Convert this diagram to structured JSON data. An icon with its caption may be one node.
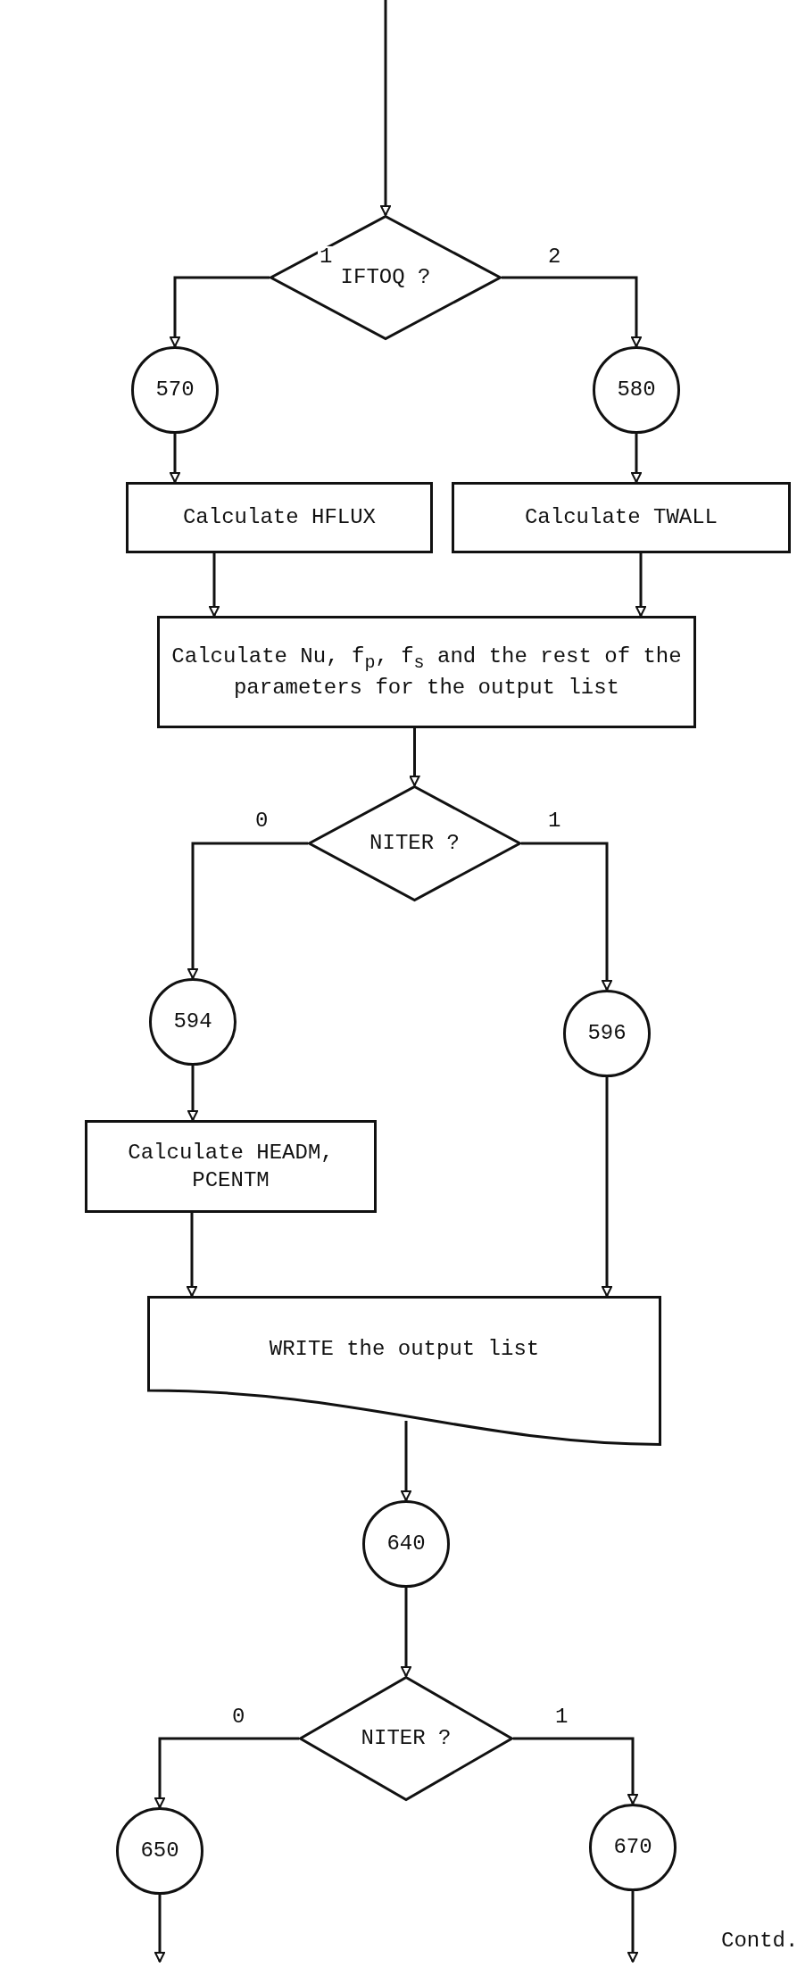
{
  "diagram": {
    "nodes": [
      {
        "text": [
          "IFTOQ ?"
        ]
      },
      {
        "text": [
          "570"
        ]
      },
      {
        "text": [
          "580"
        ]
      },
      {
        "text": [
          "Calculate HFLUX"
        ]
      },
      {
        "text": [
          "Calculate TWALL"
        ]
      },
      {
        "text": [
          "Calculate Nu, f$_{p}$, f$_{s}$ and the rest of the parameters for the output list"
        ]
      },
      {
        "text": [
          "NITER ?"
        ]
      },
      {
        "text": [
          "594"
        ]
      },
      {
        "text": [
          "596"
        ]
      },
      {
        "text": [
          "Calculate HEADM, PCENTM"
        ]
      },
      {
        "text": [
          "WRITE the output list"
        ]
      },
      {
        "text": [
          "640"
        ]
      },
      {
        "text": [
          "NITER ?"
        ]
      },
      {
        "text": [
          "650"
        ]
      },
      {
        "text": [
          "670"
        ]
      }
    ],
    "edges": [
      {
        "from": null,
        "to": 0,
        "arrow": "to"
      },
      {
        "from": 0,
        "to": 1,
        "arrow": "to",
        "label": "1"
      },
      {
        "from": 0,
        "to": 2,
        "arrow": "to",
        "label": "2"
      },
      {
        "from": 1,
        "to": 3,
        "arrow": "to"
      },
      {
        "from": 2,
        "to": 4,
        "arrow": "to"
      },
      {
        "from": 3,
        "to": 5,
        "arrow": "to"
      },
      {
        "from": 4,
        "to": 5,
        "arrow": "to"
      },
      {
        "from": 5,
        "to": 6,
        "arrow": "to"
      },
      {
        "from": 6,
        "to": 7,
        "arrow": "to",
        "label": "0"
      },
      {
        "from": 6,
        "to": 8,
        "arrow": "to",
        "label": "1"
      },
      {
        "from": 7,
        "to": 9,
        "arrow": "to"
      },
      {
        "from": 9,
        "to": 10,
        "arrow": "to"
      },
      {
        "from": 8,
        "to": 10,
        "arrow": "to"
      },
      {
        "from": 10,
        "to": 11,
        "arrow": "to"
      },
      {
        "from": 11,
        "to": 12,
        "arrow": "to"
      },
      {
        "from": 12,
        "to": 13,
        "arrow": "to",
        "label": "0"
      },
      {
        "from": 12,
        "to": 14,
        "arrow": "to",
        "label": "1"
      },
      {
        "from": 13,
        "to": null,
        "arrow": "to"
      },
      {
        "from": 14,
        "to": null,
        "arrow": "to"
      }
    ],
    "labels": [
      "Contd."
    ]
  }
}
